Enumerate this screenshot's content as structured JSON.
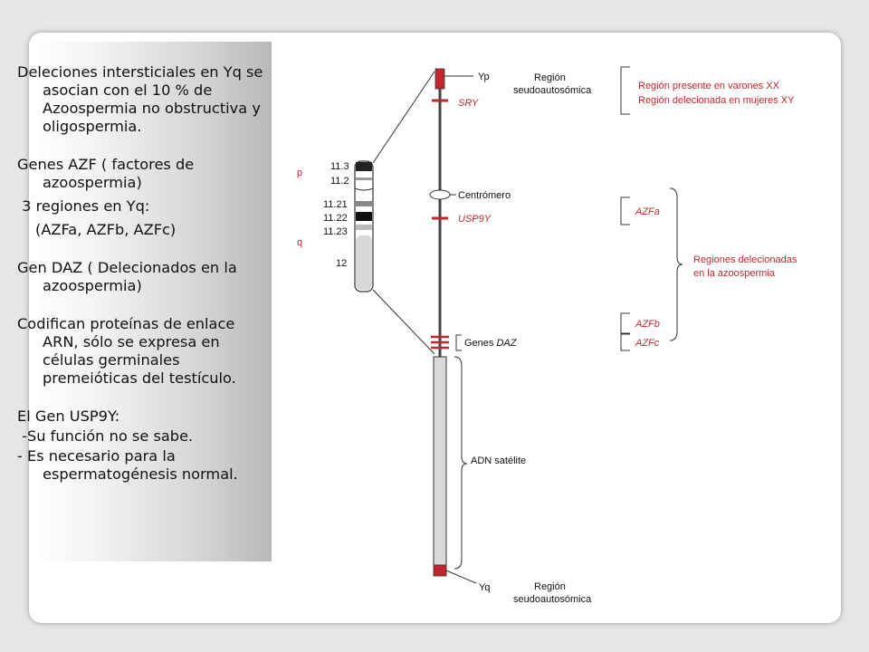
{
  "paragraphs": [
    "Deleciones intersticiales en Yq se asocian con el 10 % de Azoospermia no obstructiva y oligospermia.",
    "Genes AZF ( factores de azoospermia)",
    " 3 regiones en Yq:",
    "(AZFa, AZFb, AZFc)",
    "Gen DAZ ( Delecionados en la azoospermia)",
    "Codifican proteínas de enlace ARN, sólo se expresa en células germinales premeióticas del testículo.",
    "El Gen USP9Y:",
    " -Su función no se sabe.",
    "- Es necesario para la espermatogénesis normal."
  ],
  "ideogram": {
    "arm_p": "p",
    "arm_q": "q",
    "bands": [
      "11.3",
      "11.2",
      "11.21",
      "11.22",
      "11.23",
      "12"
    ]
  },
  "labels": {
    "yp": "Yp",
    "sry": "SRY",
    "region_top_1": "Región",
    "region_top_2": "seudoautosómica",
    "centromere": "Centrómero",
    "usp9y": "USP9Y",
    "genes_daz_prefix": "Genes ",
    "genes_daz_italic": "DAZ",
    "satellite": "ADN satélite",
    "yq": "Yq",
    "region_bottom_1": "Región",
    "region_bottom_2": "seudoautosómica"
  },
  "annotations": {
    "present_men": "Región presente en varones XX",
    "deleted_women": "Región delecionada en mujeres XY",
    "azfa": "AZFa",
    "azfb": "AZFb",
    "azfc": "AZFc",
    "deleted_regions_1": "Regiones delecionadas",
    "deleted_regions_2": "en la azoospermia"
  },
  "colors": {
    "accent_red": "#c0282d",
    "text": "#111111"
  }
}
